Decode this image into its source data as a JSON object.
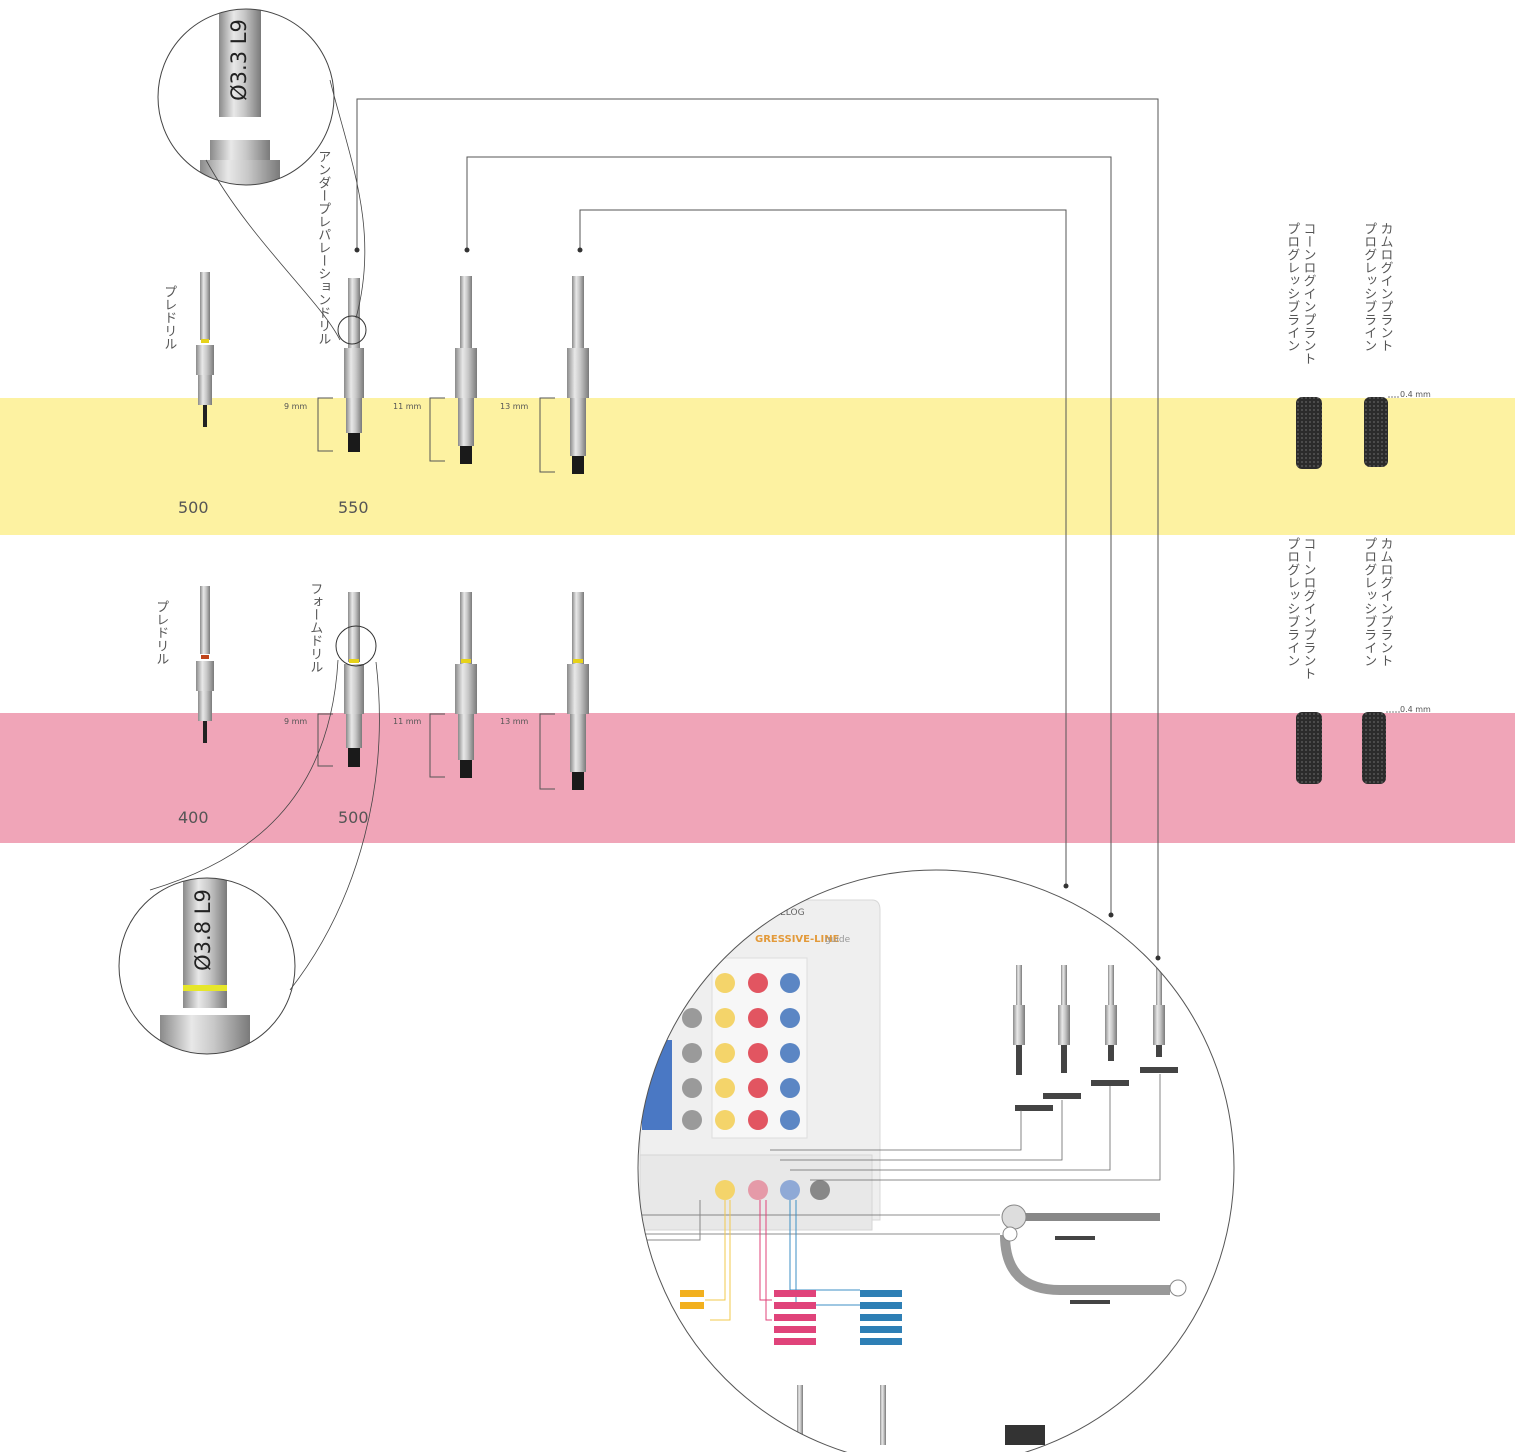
{
  "colors": {
    "yellow_band": "#fdf2a1",
    "pink_band": "#f0a5b8",
    "line": "#555555"
  },
  "rows": [
    {
      "prefix": "yellow",
      "speed_predrill": "500",
      "speed_main": "550",
      "label_predrill": "プレドリル",
      "label_main": "アンダープレパレーションドリル",
      "depths": [
        "9 mm",
        "11 mm",
        "13 mm"
      ],
      "implant_labels": [
        "コーンログインプラント\nプログレッシブライン",
        "カムログインプラント\nプログレッシブライン"
      ],
      "offset": "0.4 mm",
      "magnifier_text": "Ø3.3 L9"
    },
    {
      "prefix": "pink",
      "speed_predrill": "400",
      "speed_main": "500",
      "label_predrill": "プレドリル",
      "label_main": "フォームドリル",
      "depths": [
        "9 mm",
        "11 mm",
        "13 mm"
      ],
      "implant_labels": [
        "コーンログインプラント\nプログレッシブライン",
        "カムログインプラント\nプログレッシブライン"
      ],
      "offset": "0.4 mm",
      "magnifier_text": "Ø3.8 L9"
    }
  ],
  "kit": {
    "brand": "CONELOG",
    "line": "GRESSIVE-LINE",
    "guide": "guide"
  }
}
